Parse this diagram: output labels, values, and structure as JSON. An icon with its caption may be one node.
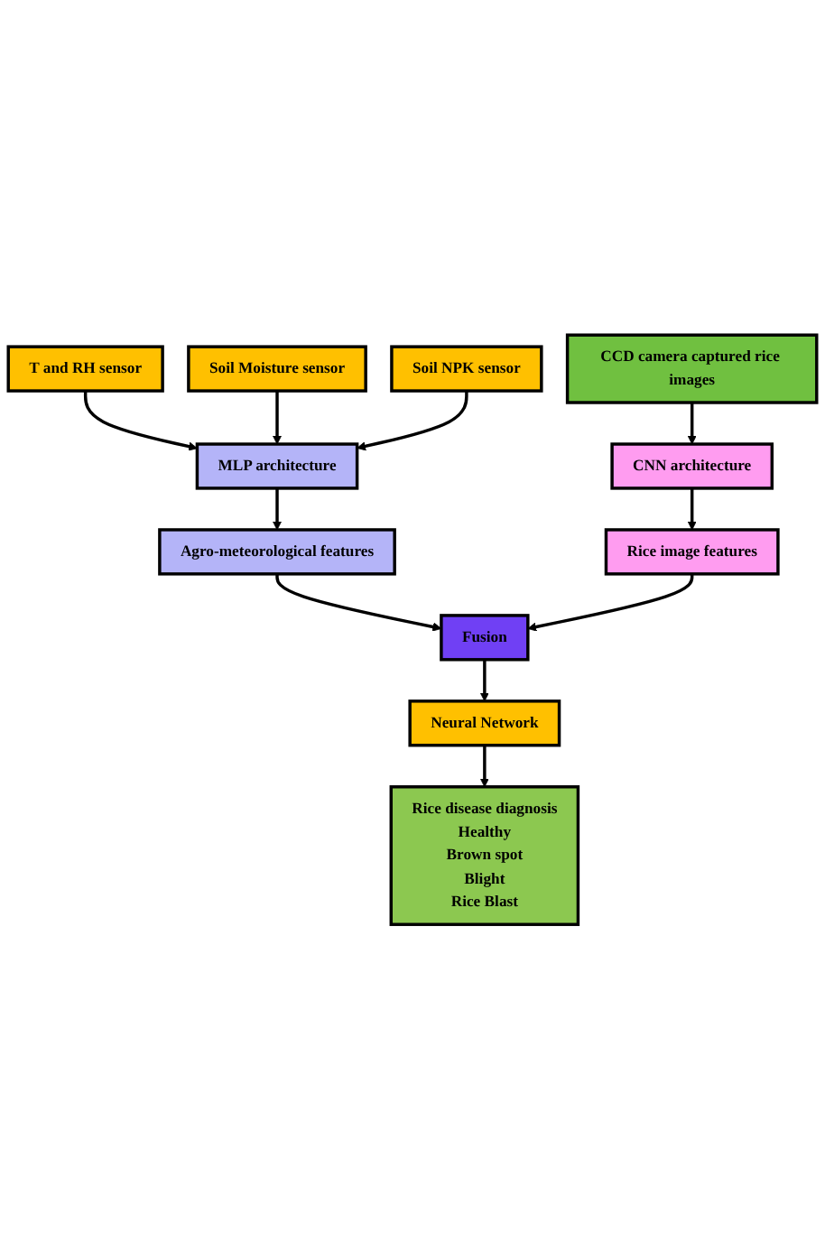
{
  "diagram": {
    "nodes": [
      {
        "text": [
          "T and RH sensor"
        ]
      },
      {
        "text": [
          "Soil Moisture sensor"
        ]
      },
      {
        "text": [
          "Soil NPK sensor"
        ]
      },
      {
        "text": [
          "CCD camera captured rice images"
        ]
      },
      {
        "text": [
          "MLP architecture"
        ]
      },
      {
        "text": [
          "CNN architecture"
        ]
      },
      {
        "text": [
          "Agro-meteorological features"
        ]
      },
      {
        "text": [
          "Rice image features"
        ]
      },
      {
        "text": [
          "Fusion"
        ]
      },
      {
        "text": [
          "Neural Network"
        ]
      },
      {
        "text": [
          "Rice disease diagnosis",
          "Healthy",
          "Brown spot",
          "Blight",
          "Rice Blast"
        ]
      }
    ],
    "edges": [
      {
        "from": 0,
        "to": 4,
        "arrow": "to"
      },
      {
        "from": 1,
        "to": 4,
        "arrow": "to"
      },
      {
        "from": 2,
        "to": 4,
        "arrow": "to"
      },
      {
        "from": 3,
        "to": 5,
        "arrow": "to"
      },
      {
        "from": 4,
        "to": 6,
        "arrow": "to"
      },
      {
        "from": 5,
        "to": 7,
        "arrow": "to"
      },
      {
        "from": 6,
        "to": 8,
        "arrow": "to"
      },
      {
        "from": 7,
        "to": 8,
        "arrow": "to"
      },
      {
        "from": 8,
        "to": 9,
        "arrow": "to"
      },
      {
        "from": 9,
        "to": 10,
        "arrow": "to"
      }
    ]
  }
}
